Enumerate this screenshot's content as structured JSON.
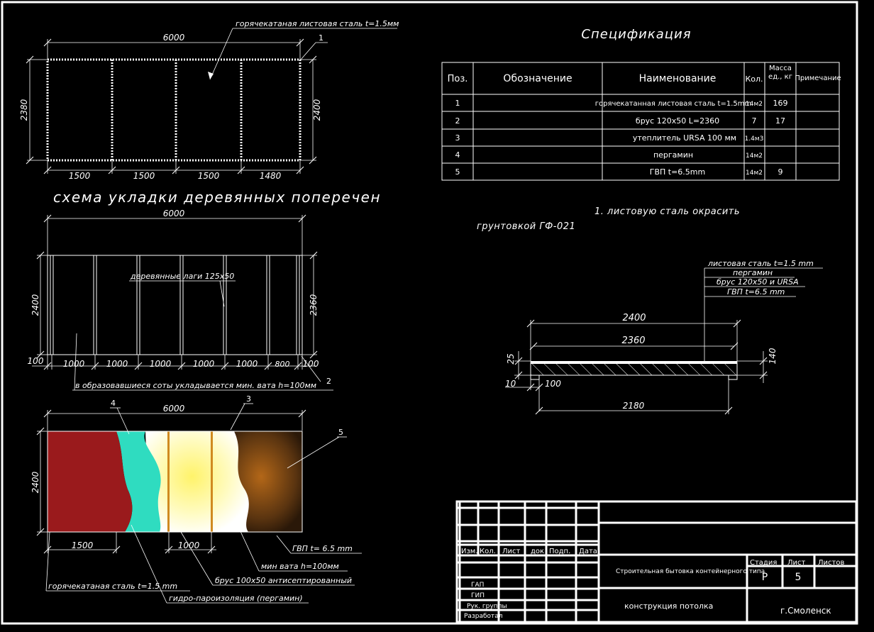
{
  "scheme1": {
    "overall_dim": "6000",
    "label_note": "горячекатаная листовая сталь t=1.5мм",
    "callout": "1",
    "height_left": "2380",
    "height_right": "2400",
    "bottom_dims": [
      "1500",
      "1500",
      "1500",
      "1480"
    ]
  },
  "scheme2": {
    "title": "схема укладки деревянных поперечен",
    "overall_dim": "6000",
    "note_lags": "деревянные лаги 125х50",
    "height_left": "2400",
    "height_right": "2360",
    "left_edge": "100",
    "right_edge": "100",
    "bottom_dims": [
      "1000",
      "1000",
      "1000",
      "1000",
      "1000",
      "800"
    ],
    "callout": "2",
    "note_wool": "в образовавшиеся соты укладывается мин. вата h=100мм"
  },
  "scheme3": {
    "overall_dim": "6000",
    "height": "2400",
    "callouts": [
      "4",
      "3",
      "5"
    ],
    "dim_a": "1500",
    "dim_b": "1000",
    "notes": {
      "gvp": "ГВП t= 6.5 mm",
      "wool": "мин вата h=100мм",
      "beam": "брус 100х50 антисептированный",
      "steel": "горячекатаная сталь t=1.5 mm",
      "vapor": "гидро-пароизоляция (пергамин)"
    },
    "colors": {
      "steel": "#9a1a1c",
      "vapor": "#2fdcc0",
      "wool_center": "#fffb9a",
      "gvp_center": "#b0661a"
    }
  },
  "spec": {
    "title": "Спецификация",
    "headers": [
      "Поз.",
      "Обозначение",
      "Наименование",
      "Кол.",
      "Масса ед., кг",
      "Примечание"
    ],
    "rows": [
      [
        "1",
        "",
        "горячекатанная листовая сталь t=1.5mm",
        "14м2",
        "169",
        ""
      ],
      [
        "2",
        "",
        "брус 120х50 L=2360",
        "7",
        "17",
        ""
      ],
      [
        "3",
        "",
        "утеплитель URSA 100 мм",
        "1.4м3",
        "",
        ""
      ],
      [
        "4",
        "",
        "пергамин",
        "14м2",
        "",
        ""
      ],
      [
        "5",
        "",
        "ГВП t=6.5mm",
        "14м2",
        "9",
        ""
      ]
    ]
  },
  "note": {
    "line1": "1. листовую сталь окрасить",
    "line2": "грунтовкой ГФ-021"
  },
  "section": {
    "layers": [
      "листовая сталь t=1.5 mm",
      "пергамин",
      "брус 120х50 и URSA",
      "ГВП t=6.5 mm"
    ],
    "dim_2400": "2400",
    "dim_2360": "2360",
    "dim_25": "25",
    "dim_40": "140",
    "dim_10": "10",
    "dim_100": "100",
    "dim_2180": "2180"
  },
  "title_block": {
    "col_heads": [
      "Изм.",
      "Кол.",
      "Лист",
      "док",
      "Подп.",
      "Дата"
    ],
    "roles": [
      "ГАП",
      "ГИП",
      "Рук. группы",
      "Разработал"
    ],
    "project": "Строительная бытовка контейнерного типа",
    "stage_heads": [
      "Стадия",
      "Лист",
      "Листов"
    ],
    "stage": "Р",
    "sheet": "5",
    "drawing": "конструкция потолка",
    "city": "г.Смоленск"
  }
}
